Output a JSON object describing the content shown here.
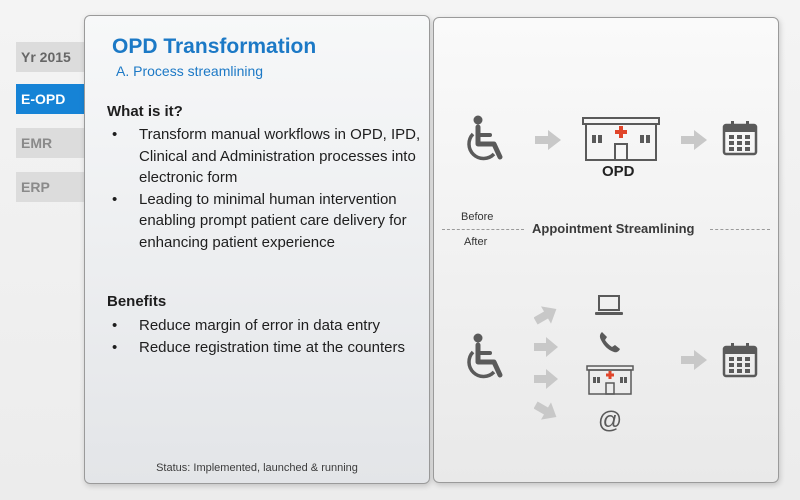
{
  "nav": {
    "tabs": [
      {
        "label": "Yr 2015",
        "active": false
      },
      {
        "label": "E-OPD",
        "active": true
      },
      {
        "label": "EMR",
        "active": false
      },
      {
        "label": "ERP",
        "active": false
      }
    ]
  },
  "card": {
    "title": "OPD Transformation",
    "subtitle": "A. Process streamlining",
    "what_heading": "What is it?",
    "what_items": [
      "Transform manual workflows in OPD, IPD, Clinical and Administration processes into electronic form",
      "Leading to minimal human intervention enabling prompt patient care delivery for enhancing patient experience"
    ],
    "benefits_heading": "Benefits",
    "benefit_items": [
      "Reduce margin of error in data entry",
      "Reduce registration time at the counters"
    ],
    "status": "Status: Implemented, launched & running"
  },
  "diagram": {
    "before_label": "Before",
    "after_label": "After",
    "center_label": "Appointment Streamlining",
    "opd_label": "OPD",
    "before_flow_icons": [
      "wheelchair-icon",
      "arrow-right-icon",
      "hospital-icon",
      "arrow-right-icon",
      "calendar-icon"
    ],
    "after_flow_icons": [
      "wheelchair-icon",
      "arrow-right-icon",
      "laptop-icon",
      "phone-icon",
      "hospital-icon",
      "at-sign-icon",
      "calendar-icon"
    ]
  },
  "colors": {
    "accent_blue": "#1683d6",
    "title_blue": "#1c79c6",
    "icon_gray": "#5a5a5a",
    "arrow_gray": "#c8c8c8",
    "hospital_cross": "#e0452a"
  }
}
